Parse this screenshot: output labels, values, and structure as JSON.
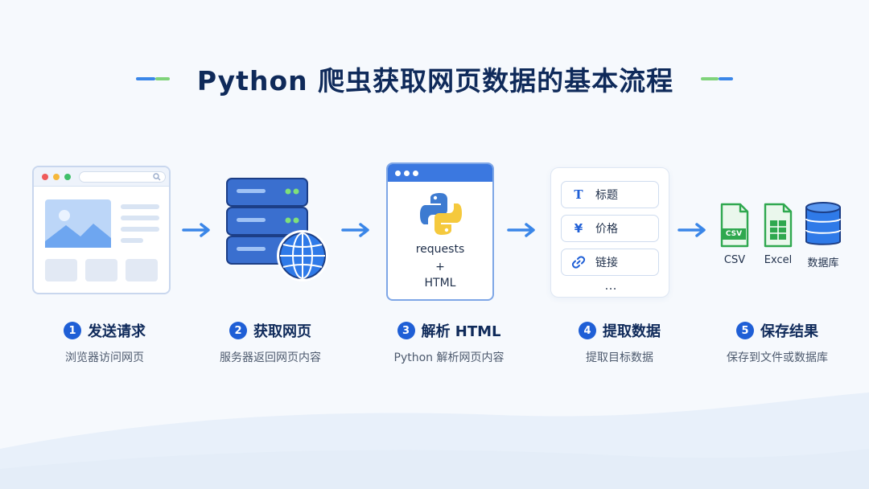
{
  "title": "Python 爬虫获取网页数据的基本流程",
  "colors": {
    "primary": "#1f5fd6",
    "title": "#0f2a5a",
    "arrow": "#3a86e8",
    "green": "#2fa84f",
    "accent_green": "#7fd37a"
  },
  "steps": [
    {
      "number": "1",
      "title": "发送请求",
      "desc": "浏览器访问网页",
      "icon": "browser-window-icon"
    },
    {
      "number": "2",
      "title": "获取网页",
      "desc": "服务器返回网页内容",
      "icon": "server-globe-icon"
    },
    {
      "number": "3",
      "title": "解析 HTML",
      "desc": "Python 解析网页内容",
      "icon": "python-code-window-icon",
      "window_lines": [
        "requests",
        "+",
        "HTML"
      ]
    },
    {
      "number": "4",
      "title": "提取数据",
      "desc": "提取目标数据",
      "icon": "data-fields-icon",
      "fields": [
        {
          "icon": "text-T-icon",
          "glyph": "T",
          "label": "标题"
        },
        {
          "icon": "yen-icon",
          "glyph": "¥",
          "label": "价格"
        },
        {
          "icon": "link-icon",
          "glyph": "",
          "label": "链接"
        }
      ],
      "more": "..."
    },
    {
      "number": "5",
      "title": "保存结果",
      "desc": "保存到文件或数据库",
      "icon": "save-targets-icon",
      "targets": [
        {
          "icon": "csv-file-icon",
          "label": "CSV",
          "badge": "CSV"
        },
        {
          "icon": "excel-file-icon",
          "label": "Excel"
        },
        {
          "icon": "database-icon",
          "label": "数据库"
        }
      ]
    }
  ]
}
